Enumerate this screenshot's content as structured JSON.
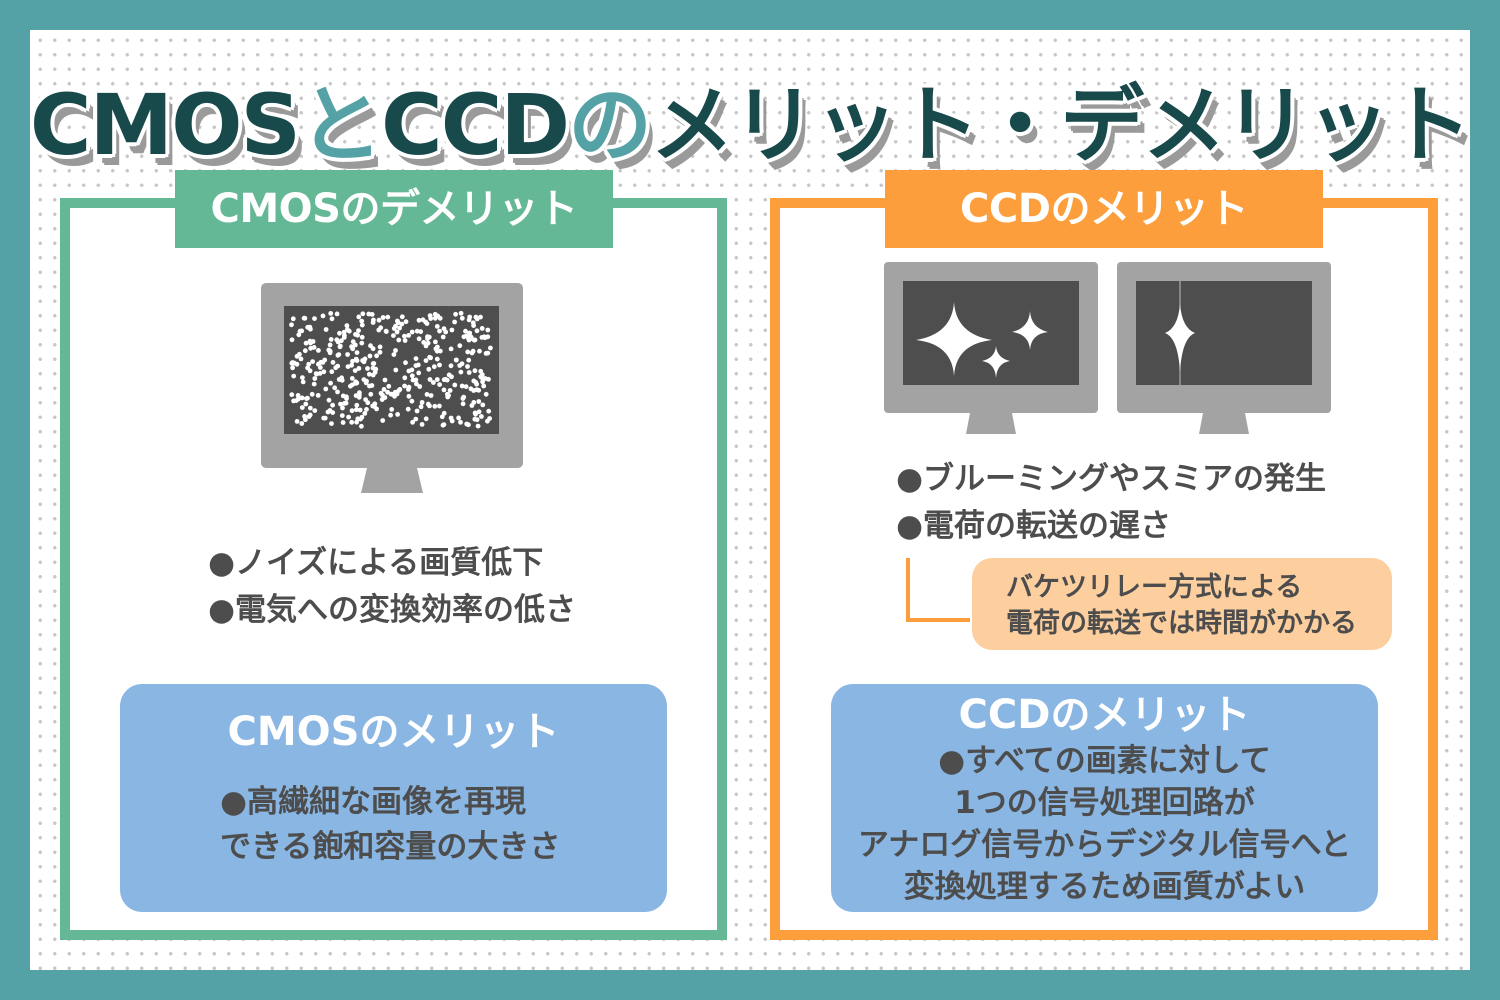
{
  "title": {
    "part1": "CMOS",
    "part2": "と",
    "part3": "CCD",
    "part4": "の",
    "part5": "メリット・デメリット"
  },
  "colors": {
    "frame": "#55A2A6",
    "title_dark": "#184A4C",
    "green": "#65B895",
    "orange": "#FD9E3C",
    "blue": "#89B6E2",
    "peach": "#FDCF9F",
    "text": "#4D4D4D",
    "monitor_bezel": "#A3A3A3",
    "monitor_screen": "#4E4E4E"
  },
  "left_panel": {
    "tab_label": "CMOSのデメリット",
    "illustration": "monitor-noise-icon",
    "bullets": [
      "●ノイズによる画質低下",
      "●電気への変換効率の低さ"
    ],
    "merit_box": {
      "title": "CMOSのメリット",
      "lines": [
        "●高繊細な画像を再現",
        "できる飽和容量の大きさ"
      ]
    }
  },
  "right_panel": {
    "tab_label": "CCDのメリット",
    "illustrations": [
      "monitor-blooming-icon",
      "monitor-smear-icon"
    ],
    "bullets": [
      "●ブルーミングやスミアの発生",
      "●電荷の転送の遅さ"
    ],
    "callout": {
      "lines": [
        "バケツリレー方式による",
        "電荷の転送では時間がかかる"
      ]
    },
    "merit_box": {
      "title": "CCDのメリット",
      "lines": [
        "●すべての画素に対して",
        "1つの信号処理回路が",
        "アナログ信号からデジタル信号へと",
        "変換処理するため画質がよい"
      ]
    }
  }
}
